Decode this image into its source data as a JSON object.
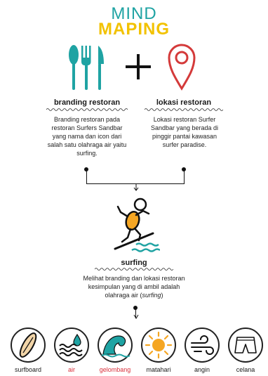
{
  "title": {
    "line1": "MIND",
    "line2": "MAPING"
  },
  "left": {
    "heading": "branding restoran",
    "description": "Branding restoran pada restoran Surfers Sandbar yang nama dan icon dari salah satu olahraga air yaitu surfing."
  },
  "right": {
    "heading": "lokasi restoran",
    "description": "Lokasi restoran Surfer Sandbar yang berada di pinggir pantai kawasan surfer paradise."
  },
  "center": {
    "heading": "surfing",
    "description_main": "Melihat branding dan lokasi restoran kesimpulan yang di ambil adalah olahraga air (",
    "description_italic": "surfing",
    "description_end": ")"
  },
  "items": [
    {
      "label": "surfboard",
      "icon": "surfboard-icon",
      "color": "#111111"
    },
    {
      "label": "air",
      "icon": "water-icon",
      "color": "#d9303b"
    },
    {
      "label": "gelombang",
      "icon": "wave-icon",
      "color": "#d9303b"
    },
    {
      "label": "matahari",
      "icon": "sun-icon",
      "color": "#111111"
    },
    {
      "label": "angin",
      "icon": "wind-icon",
      "color": "#111111"
    },
    {
      "label": "celana",
      "icon": "shorts-icon",
      "color": "#111111"
    }
  ],
  "colors": {
    "teal": "#1fa3a3",
    "yellow": "#f2c200",
    "red": "#d43a3a",
    "orange": "#f5a623"
  }
}
